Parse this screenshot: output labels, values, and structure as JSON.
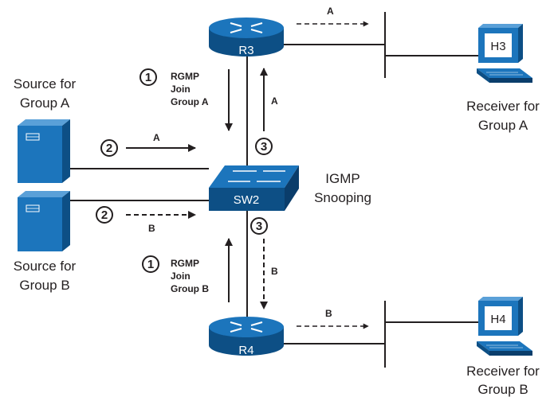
{
  "sources": {
    "a_line1": "Source for",
    "a_line2": "Group A",
    "b_line1": "Source for",
    "b_line2": "Group B"
  },
  "receivers": {
    "a_line1": "Receiver for",
    "a_line2": "Group A",
    "b_line1": "Receiver for",
    "b_line2": "Group B"
  },
  "devices": {
    "r3": "R3",
    "r4": "R4",
    "sw2": "SW2",
    "h3": "H3",
    "h4": "H4"
  },
  "switch_note": {
    "line1": "IGMP",
    "line2": "Snooping"
  },
  "rgmp_a": {
    "step": "1",
    "line1": "RGMP",
    "line2": "Join",
    "line3": "Group A"
  },
  "rgmp_b": {
    "step": "1",
    "line1": "RGMP",
    "line2": "Join",
    "line3": "Group B"
  },
  "flows": {
    "src_a_step": "2",
    "src_a_label": "A",
    "src_b_step": "2",
    "src_b_label": "B",
    "sw_r3_step": "3",
    "sw_r3_label": "A",
    "sw_r4_step": "3",
    "sw_r4_label": "B",
    "r3_h3_label": "A",
    "r4_h4_label": "B"
  },
  "colors": {
    "device_blue": "#1c75bc",
    "device_dark": "#0d4f85",
    "line": "#231f20"
  }
}
